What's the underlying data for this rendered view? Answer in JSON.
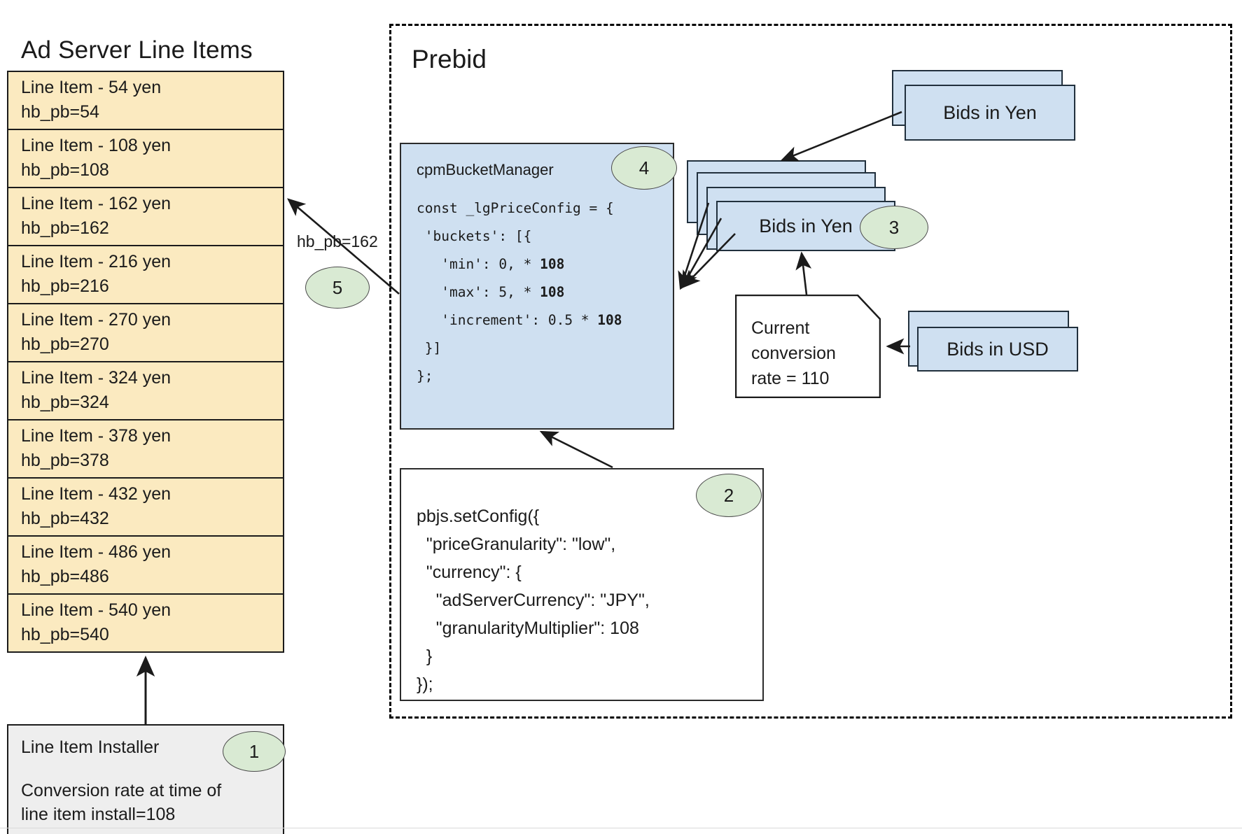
{
  "diagram": {
    "ad_server_panel": {
      "title": "Ad Server Line Items",
      "line_items": [
        {
          "name": "Line Item - 54 yen",
          "key": "hb_pb=54"
        },
        {
          "name": "Line Item - 108 yen",
          "key": "hb_pb=108"
        },
        {
          "name": "Line Item - 162 yen",
          "key": "hb_pb=162"
        },
        {
          "name": "Line Item - 216 yen",
          "key": "hb_pb=216"
        },
        {
          "name": "Line Item - 270 yen",
          "key": "hb_pb=270"
        },
        {
          "name": "Line Item - 324 yen",
          "key": "hb_pb=324"
        },
        {
          "name": "Line Item - 378 yen",
          "key": "hb_pb=378"
        },
        {
          "name": "Line Item - 432 yen",
          "key": "hb_pb=432"
        },
        {
          "name": "Line Item - 486 yen",
          "key": "hb_pb=486"
        },
        {
          "name": "Line Item - 540 yen",
          "key": "hb_pb=540"
        }
      ],
      "installer": {
        "title": "Line Item Installer",
        "note": "Conversion rate at time of\nline item install=108",
        "badge": "1"
      }
    },
    "prebid_panel": {
      "title": "Prebid",
      "cpm_bucket_manager": {
        "title": "cpmBucketManager",
        "badge": "4",
        "code": "const _lgPriceConfig = {\n 'buckets': [{\n   'min': 0, * 108\n   'max': 5, * 108\n   'increment': 0.5 * 108\n }]\n};"
      },
      "set_config": {
        "badge": "2",
        "code": "pbjs.setConfig({\n  \"priceGranularity\": \"low\",\n  \"currency\": {\n    \"adServerCurrency\": \"JPY\",\n    \"granularityMultiplier\": 108\n  }\n});"
      },
      "bids_in_yen_stack": {
        "label": "Bids in Yen",
        "badge": "3",
        "card_count": 4
      },
      "bids_in_yen_incoming": {
        "label": "Bids in Yen",
        "card_count": 2
      },
      "bids_in_usd": {
        "label": "Bids in USD",
        "card_count": 2
      },
      "conversion_note": {
        "text": "Current\nconversion\nrate = 110"
      }
    },
    "edges": {
      "hb_pb_label": "hb_pb=162",
      "hb_pb_badge": "5"
    },
    "colors": {
      "line_item_fill": "#fbeac0",
      "card_fill": "#cfe0f1",
      "badge_fill": "#d9ead3",
      "installer_fill": "#eeeeee",
      "stroke": "#1b1b1b"
    }
  }
}
